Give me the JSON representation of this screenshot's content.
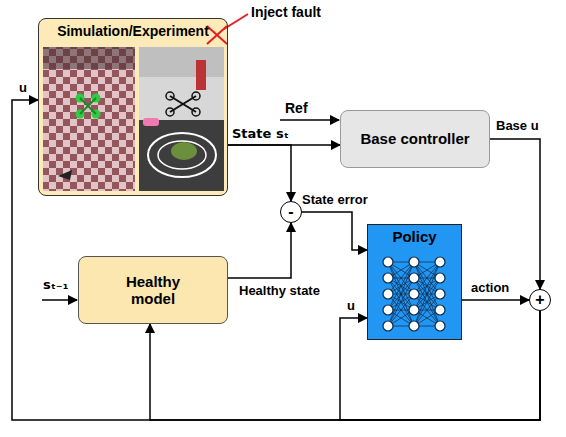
{
  "diagram": {
    "nodes": [
      {
        "text": [
          "Simulation/Experiment"
        ]
      },
      {
        "text": [
          "Base controller"
        ]
      },
      {
        "text": [
          "Healthy model"
        ]
      },
      {
        "text": [
          "Policy"
        ]
      },
      {
        "text": [
          "-"
        ]
      },
      {
        "text": [
          "+"
        ]
      }
    ],
    "edges": [
      {
        "from": 0,
        "to": 1,
        "arrow": "to",
        "label": "State sₜ"
      },
      {
        "from": 0,
        "to": 4,
        "arrow": "to"
      },
      {
        "from": 1,
        "to": 5,
        "arrow": "to",
        "label": "Base u"
      },
      {
        "from": 2,
        "to": 4,
        "arrow": "to",
        "label": "Healthy state"
      },
      {
        "from": 4,
        "to": 3,
        "arrow": "to",
        "label": "State error"
      },
      {
        "from": 3,
        "to": 5,
        "arrow": "to",
        "label": "action"
      },
      {
        "from": 5,
        "to": 0,
        "arrow": "to",
        "label": "u"
      },
      {
        "from": 5,
        "to": 2,
        "arrow": "to"
      },
      {
        "from": 5,
        "to": 3,
        "arrow": "to",
        "label": "u"
      }
    ],
    "labels": [
      "Inject fault",
      "Ref",
      "sₜ₋₁"
    ]
  }
}
